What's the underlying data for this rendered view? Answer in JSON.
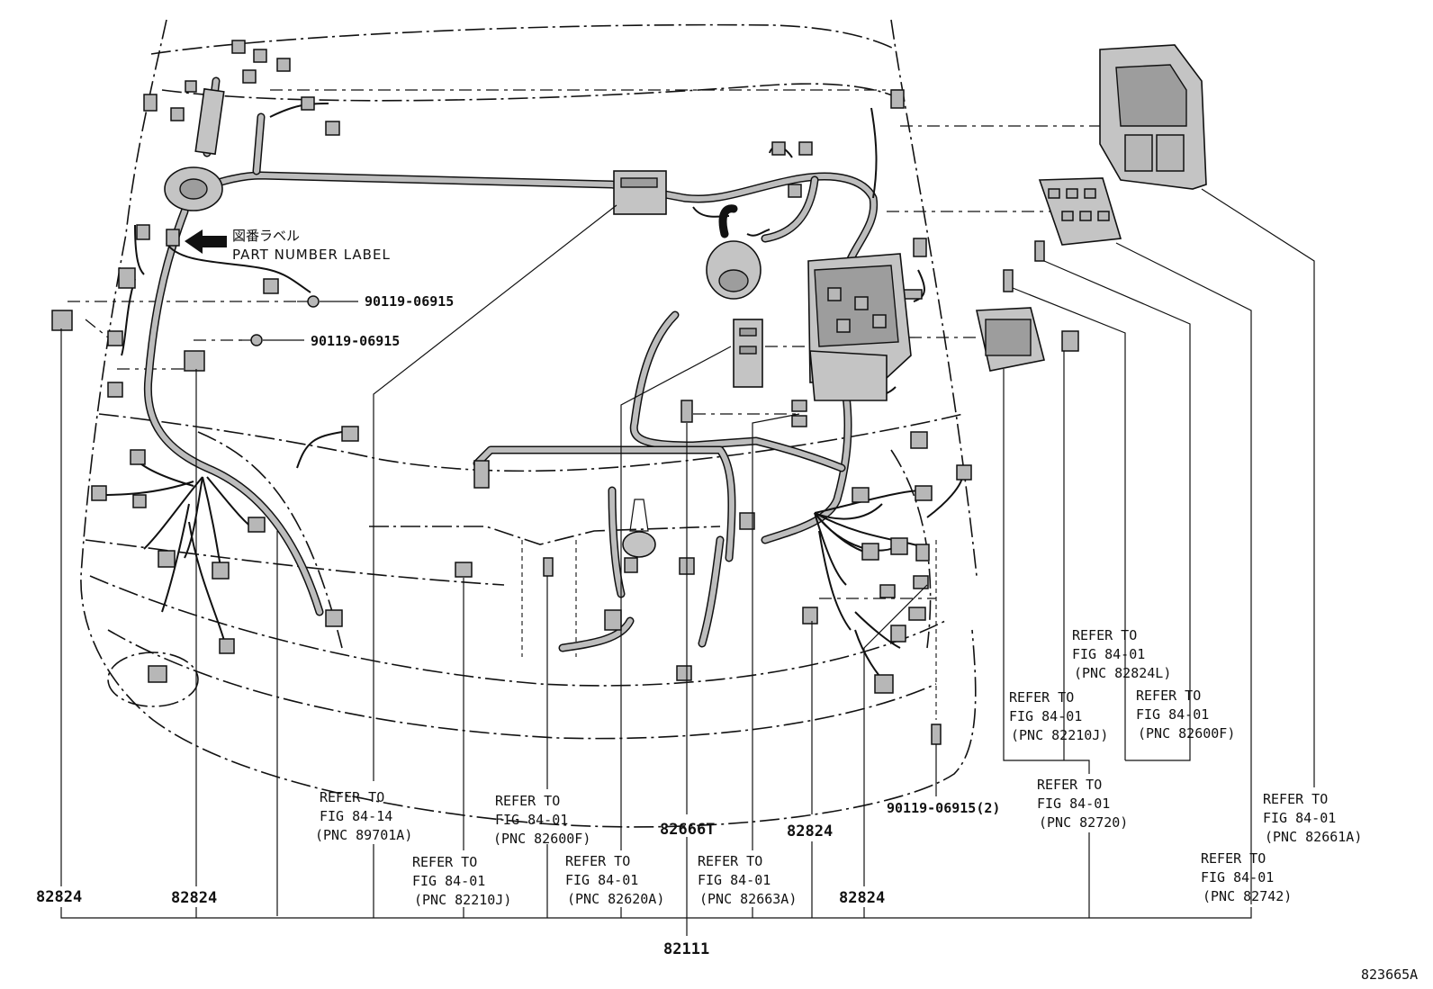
{
  "jp_label": "図番ラベル",
  "part_number_label": "PART NUMBER LABEL",
  "bolts": {
    "upper": "90119-06915",
    "lower": "90119-06915",
    "right": "90119-06915(2)"
  },
  "callouts": {
    "c1": {
      "l1": "REFER TO",
      "l2": "FIG 84-14",
      "l3": "(PNC 89701A)"
    },
    "c2": {
      "l1": "REFER TO",
      "l2": "FIG 84-01",
      "l3": "(PNC 82210J)"
    },
    "c3": {
      "l1": "REFER TO",
      "l2": "FIG 84-01",
      "l3": "(PNC 82600F)"
    },
    "c4": {
      "l1": "REFER TO",
      "l2": "FIG 84-01",
      "l3": "(PNC 82620A)"
    },
    "c5": {
      "l1": "REFER TO",
      "l2": "FIG 84-01",
      "l3": "(PNC 82663A)"
    },
    "c6": {
      "l1": "REFER TO",
      "l2": "FIG 84-01",
      "l3": "(PNC 82824L)"
    },
    "c7": {
      "l1": "REFER TO",
      "l2": "FIG 84-01",
      "l3": "(PNC 82210J)"
    },
    "c8": {
      "l1": "REFER TO",
      "l2": "FIG 84-01",
      "l3": "(PNC 82600F)"
    },
    "c9": {
      "l1": "REFER TO",
      "l2": "FIG 84-01",
      "l3": "(PNC 82720)"
    },
    "c10": {
      "l1": "REFER TO",
      "l2": "FIG 84-01",
      "l3": "(PNC 82661A)"
    },
    "c11": {
      "l1": "REFER TO",
      "l2": "FIG 84-01",
      "l3": "(PNC 82742)"
    }
  },
  "part_numbers": {
    "p_left1": "82824",
    "p_left2": "82824",
    "p_mid": "82666T",
    "p_right1": "82824",
    "p_right2": "82824",
    "p_main": "82111"
  },
  "figure_id": "823665A",
  "colors": {
    "ink": "#111111",
    "shade": "#b7b7b7",
    "paper": "#ffffff"
  }
}
